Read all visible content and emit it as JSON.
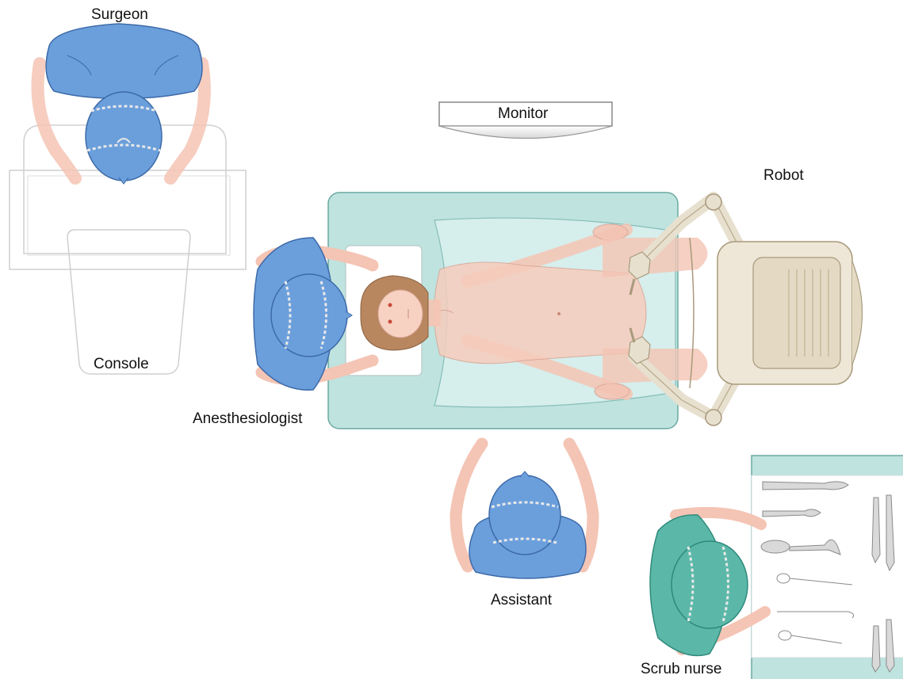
{
  "labels": {
    "surgeon": "Surgeon",
    "monitor": "Monitor",
    "robot": "Robot",
    "console": "Console",
    "anesthesiologist": "Anesthesiologist",
    "assistant": "Assistant",
    "scrub_nurse": "Scrub nurse"
  },
  "colors": {
    "gown_blue": "#6b9fdc",
    "gown_teal": "#5bb8a8",
    "skin": "#f4c4b4",
    "table": "#bfe3df",
    "robot": "#e7e0cf",
    "hair": "#b8875f"
  }
}
